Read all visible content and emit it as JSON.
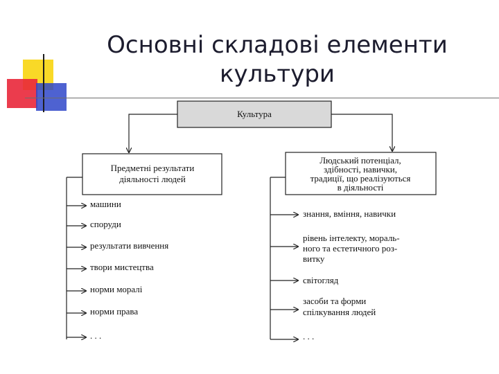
{
  "title": {
    "line1": "Основні складові елементи",
    "line2": "культури"
  },
  "diagram": {
    "root": "Культура",
    "left": {
      "header": [
        "Предметні результати",
        "діяльності людей"
      ],
      "items": [
        "машини",
        "споруди",
        "результати вивчення",
        "твори мистецтва",
        "норми моралі",
        "норми права",
        ". . ."
      ]
    },
    "right": {
      "header": [
        "Людський потенціал,",
        "здібності, навички,",
        "традиції, що реалізуються",
        "в діяльності"
      ],
      "items": [
        [
          "знання, вміння, навички"
        ],
        [
          "рівень інтелекту, мораль-",
          "ного та естетичного роз-",
          "витку"
        ],
        [
          "світогляд"
        ],
        [
          "засоби та форми",
          "спілкування людей"
        ],
        [
          ". . ."
        ]
      ]
    }
  },
  "colors": {
    "root_fill": "#d9d9d9",
    "line": "#222222",
    "deco_yellow": "#f9d927",
    "deco_red": "#e9273a",
    "deco_blue": "#2f47c9"
  }
}
